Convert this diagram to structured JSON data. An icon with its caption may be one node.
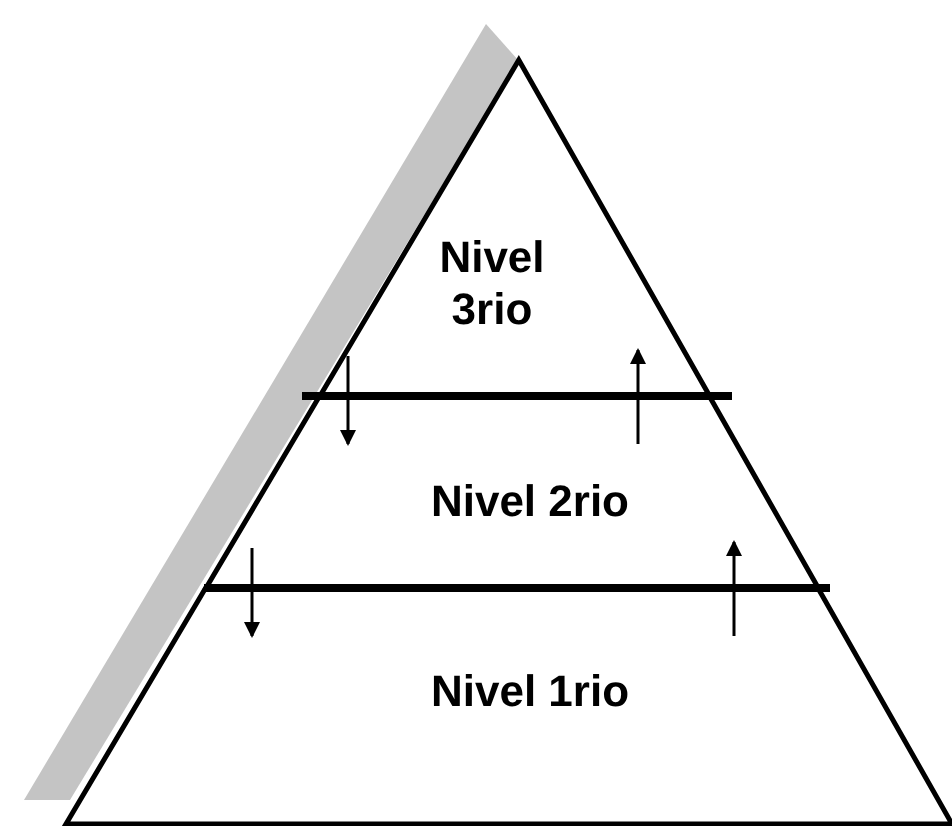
{
  "diagram": {
    "nodes": [
      {
        "text": [
          "Nivel 3rio"
        ]
      },
      {
        "text": [
          "Nivel 2rio"
        ]
      },
      {
        "text": [
          "Nivel 1rio"
        ]
      }
    ],
    "edges": [
      {
        "from": 0,
        "to": 1,
        "arrow": "to"
      },
      {
        "from": 1,
        "to": 0,
        "arrow": "to"
      },
      {
        "from": 1,
        "to": 2,
        "arrow": "to"
      },
      {
        "from": 2,
        "to": 1,
        "arrow": "to"
      }
    ]
  }
}
